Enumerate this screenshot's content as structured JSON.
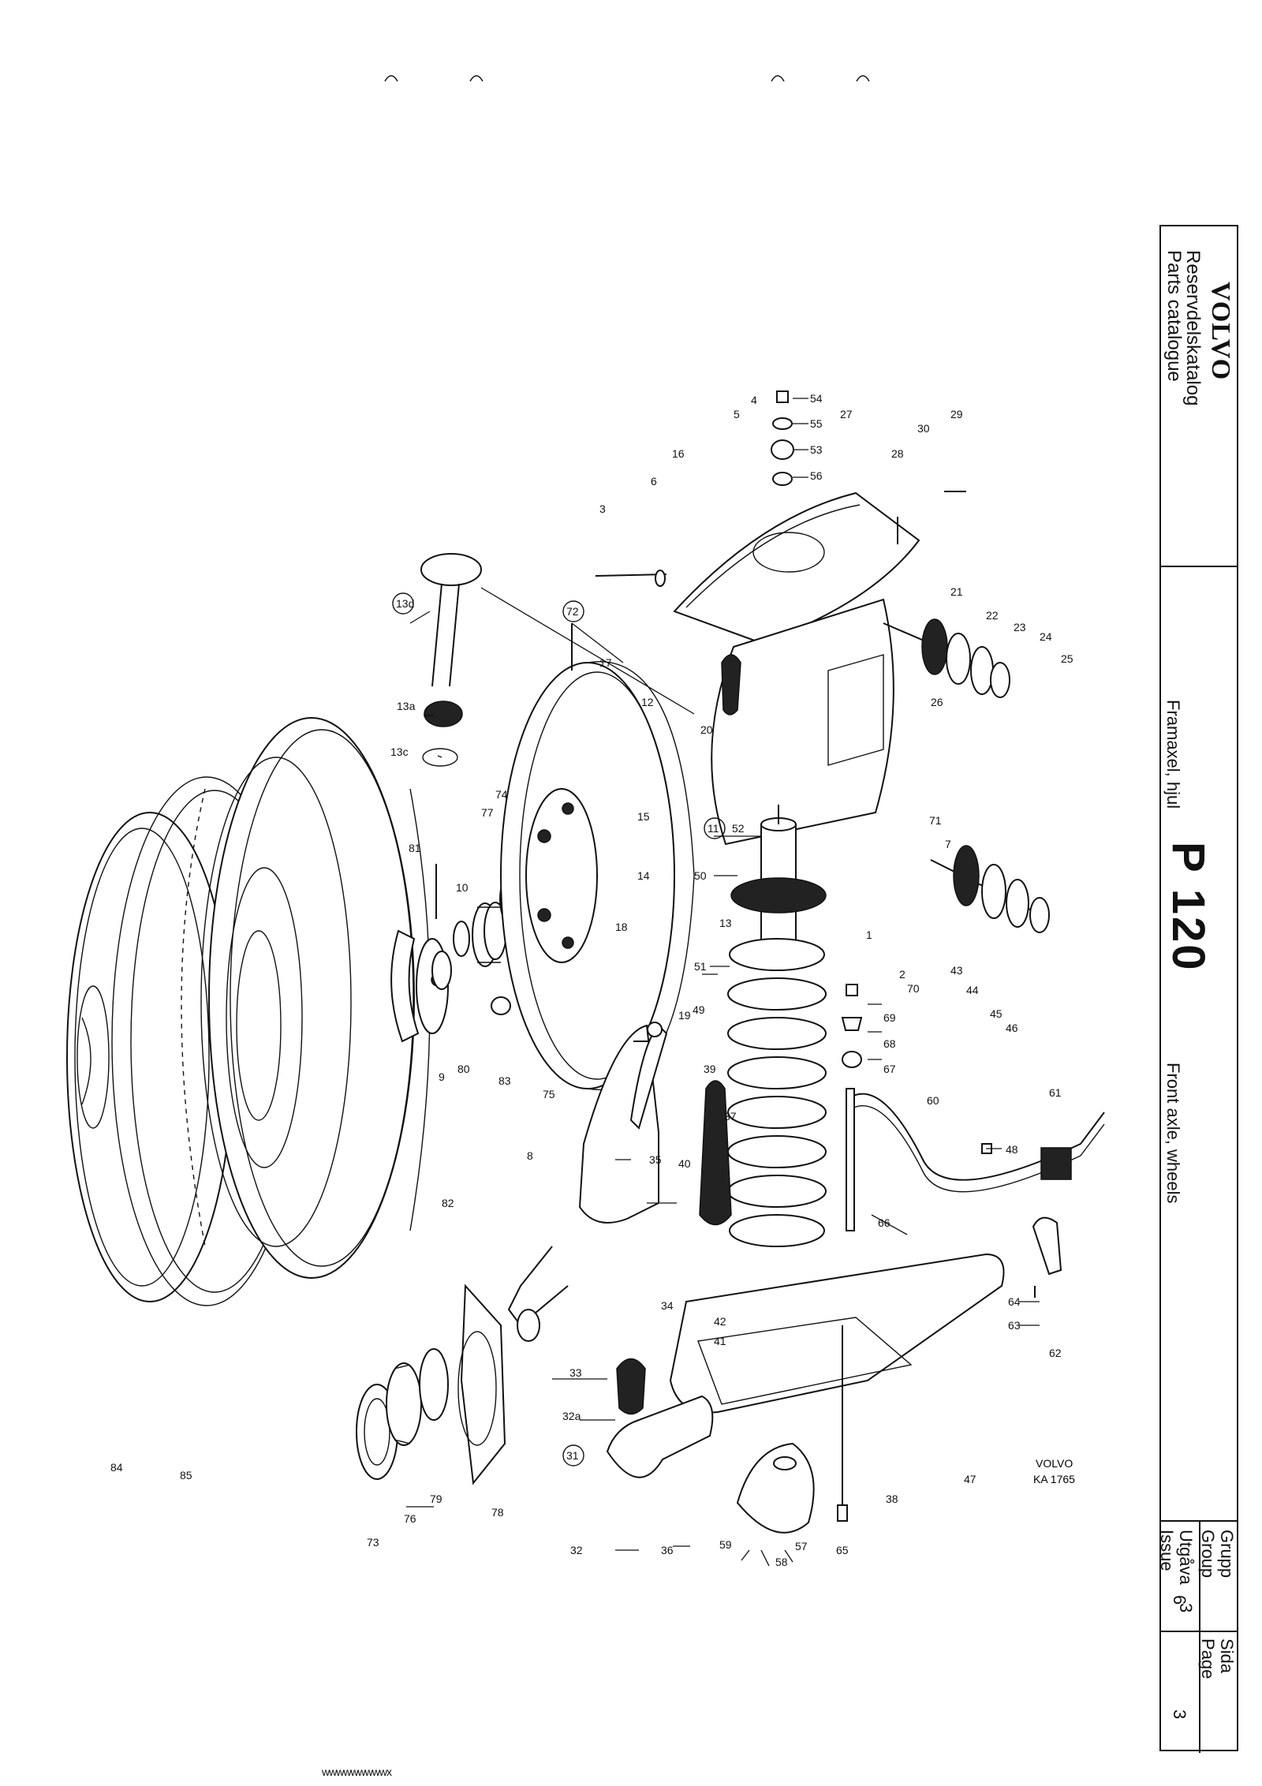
{
  "title_block": {
    "brand": "VOLVO",
    "catalog_sv": "Reservdelskatalog",
    "catalog_en": "Parts catalogue",
    "model": "P 120",
    "section_sv": "Framaxel, hjul",
    "section_en": "Front axle, wheels",
    "group_label": [
      "Grupp",
      "Group"
    ],
    "group_value": "6",
    "issue_label": [
      "Utgåva",
      "Issue"
    ],
    "issue_value": "3",
    "page_label": [
      "Sida",
      "Page"
    ],
    "page_value": "3"
  },
  "drawing_ref": [
    "VOLVO",
    "KA 1765"
  ],
  "footer_mark": "wwwwwwwwwx",
  "callouts": [
    {
      "id": "c54",
      "label": "54"
    },
    {
      "id": "c55",
      "label": "55"
    },
    {
      "id": "c53",
      "label": "53"
    },
    {
      "id": "c56",
      "label": "56"
    },
    {
      "id": "c4",
      "label": "4"
    },
    {
      "id": "c5",
      "label": "5"
    },
    {
      "id": "c27",
      "label": "27"
    },
    {
      "id": "c16",
      "label": "16"
    },
    {
      "id": "c6",
      "label": "6"
    },
    {
      "id": "c3",
      "label": "3"
    },
    {
      "id": "c28",
      "label": "28"
    },
    {
      "id": "c30",
      "label": "30"
    },
    {
      "id": "c29",
      "label": "29"
    },
    {
      "id": "c21",
      "label": "21"
    },
    {
      "id": "c22",
      "label": "22"
    },
    {
      "id": "c23",
      "label": "23"
    },
    {
      "id": "c24",
      "label": "24"
    },
    {
      "id": "c25",
      "label": "25"
    },
    {
      "id": "c26",
      "label": "26"
    },
    {
      "id": "c17",
      "label": "17"
    },
    {
      "id": "c72",
      "label": "72"
    },
    {
      "id": "c13d",
      "label": "13d"
    },
    {
      "id": "c13a",
      "label": "13a"
    },
    {
      "id": "c13c",
      "label": "13c"
    },
    {
      "id": "c12",
      "label": "12"
    },
    {
      "id": "c20",
      "label": "20"
    },
    {
      "id": "c71",
      "label": "71"
    },
    {
      "id": "c7",
      "label": "7"
    },
    {
      "id": "c15",
      "label": "15"
    },
    {
      "id": "c11",
      "label": "11"
    },
    {
      "id": "c52",
      "label": "52"
    },
    {
      "id": "c50",
      "label": "50"
    },
    {
      "id": "c14",
      "label": "14"
    },
    {
      "id": "c13",
      "label": "13"
    },
    {
      "id": "c1",
      "label": "1"
    },
    {
      "id": "c2",
      "label": "2"
    },
    {
      "id": "c70",
      "label": "70"
    },
    {
      "id": "c43",
      "label": "43"
    },
    {
      "id": "c44",
      "label": "44"
    },
    {
      "id": "c45",
      "label": "45"
    },
    {
      "id": "c46",
      "label": "46"
    },
    {
      "id": "c51",
      "label": "51"
    },
    {
      "id": "c77",
      "label": "77"
    },
    {
      "id": "c74",
      "label": "74"
    },
    {
      "id": "c81",
      "label": "81"
    },
    {
      "id": "c10",
      "label": "10"
    },
    {
      "id": "c18",
      "label": "18"
    },
    {
      "id": "c49",
      "label": "49"
    },
    {
      "id": "c19",
      "label": "19"
    },
    {
      "id": "c9",
      "label": "9"
    },
    {
      "id": "c80",
      "label": "80"
    },
    {
      "id": "c83",
      "label": "83"
    },
    {
      "id": "c75",
      "label": "75"
    },
    {
      "id": "c69",
      "label": "69"
    },
    {
      "id": "c68",
      "label": "68"
    },
    {
      "id": "c67",
      "label": "67"
    },
    {
      "id": "c39",
      "label": "39"
    },
    {
      "id": "c61",
      "label": "61"
    },
    {
      "id": "c60",
      "label": "60"
    },
    {
      "id": "c48",
      "label": "48"
    },
    {
      "id": "c37",
      "label": "37"
    },
    {
      "id": "c8",
      "label": "8"
    },
    {
      "id": "c82",
      "label": "82"
    },
    {
      "id": "c35",
      "label": "35"
    },
    {
      "id": "c40",
      "label": "40"
    },
    {
      "id": "c66",
      "label": "66"
    },
    {
      "id": "c34",
      "label": "34"
    },
    {
      "id": "c42",
      "label": "42"
    },
    {
      "id": "c41",
      "label": "41"
    },
    {
      "id": "c64",
      "label": "64"
    },
    {
      "id": "c63",
      "label": "63"
    },
    {
      "id": "c62",
      "label": "62"
    },
    {
      "id": "c33",
      "label": "33"
    },
    {
      "id": "c32a",
      "label": "32a"
    },
    {
      "id": "c31",
      "label": "31"
    },
    {
      "id": "c84",
      "label": "84"
    },
    {
      "id": "c85",
      "label": "85"
    },
    {
      "id": "c73",
      "label": "73"
    },
    {
      "id": "c76",
      "label": "76"
    },
    {
      "id": "c79",
      "label": "79"
    },
    {
      "id": "c78",
      "label": "78"
    },
    {
      "id": "c38",
      "label": "38"
    },
    {
      "id": "c47",
      "label": "47"
    },
    {
      "id": "c32",
      "label": "32"
    },
    {
      "id": "c36",
      "label": "36"
    },
    {
      "id": "c59",
      "label": "59"
    },
    {
      "id": "c58",
      "label": "58"
    },
    {
      "id": "c57",
      "label": "57"
    },
    {
      "id": "c65",
      "label": "65"
    }
  ]
}
